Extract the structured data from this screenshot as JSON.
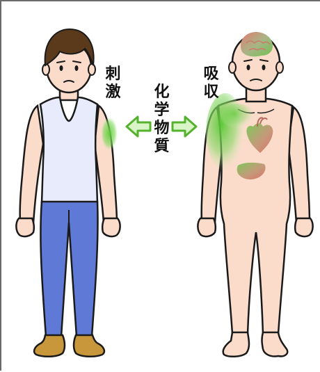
{
  "labels": {
    "stimulus_1": "刺",
    "stimulus_2": "激",
    "absorption_1": "吸",
    "absorption_2": "収",
    "chemical_1": "化",
    "chemical_2": "学",
    "chemical_3": "物",
    "chemical_4": "質"
  },
  "colors": {
    "skin": "#fbdccb",
    "hair": "#5b3a1c",
    "shirt": "#e8ebfb",
    "pants": "#5f79d6",
    "shoes": "#c8973c",
    "chemical_green": "#6fd24a",
    "organ_red": "#d57b6e",
    "outline": "#1a1a1a",
    "arrow_fill": "#d9f5c8",
    "arrow_stroke": "#55b22d"
  }
}
